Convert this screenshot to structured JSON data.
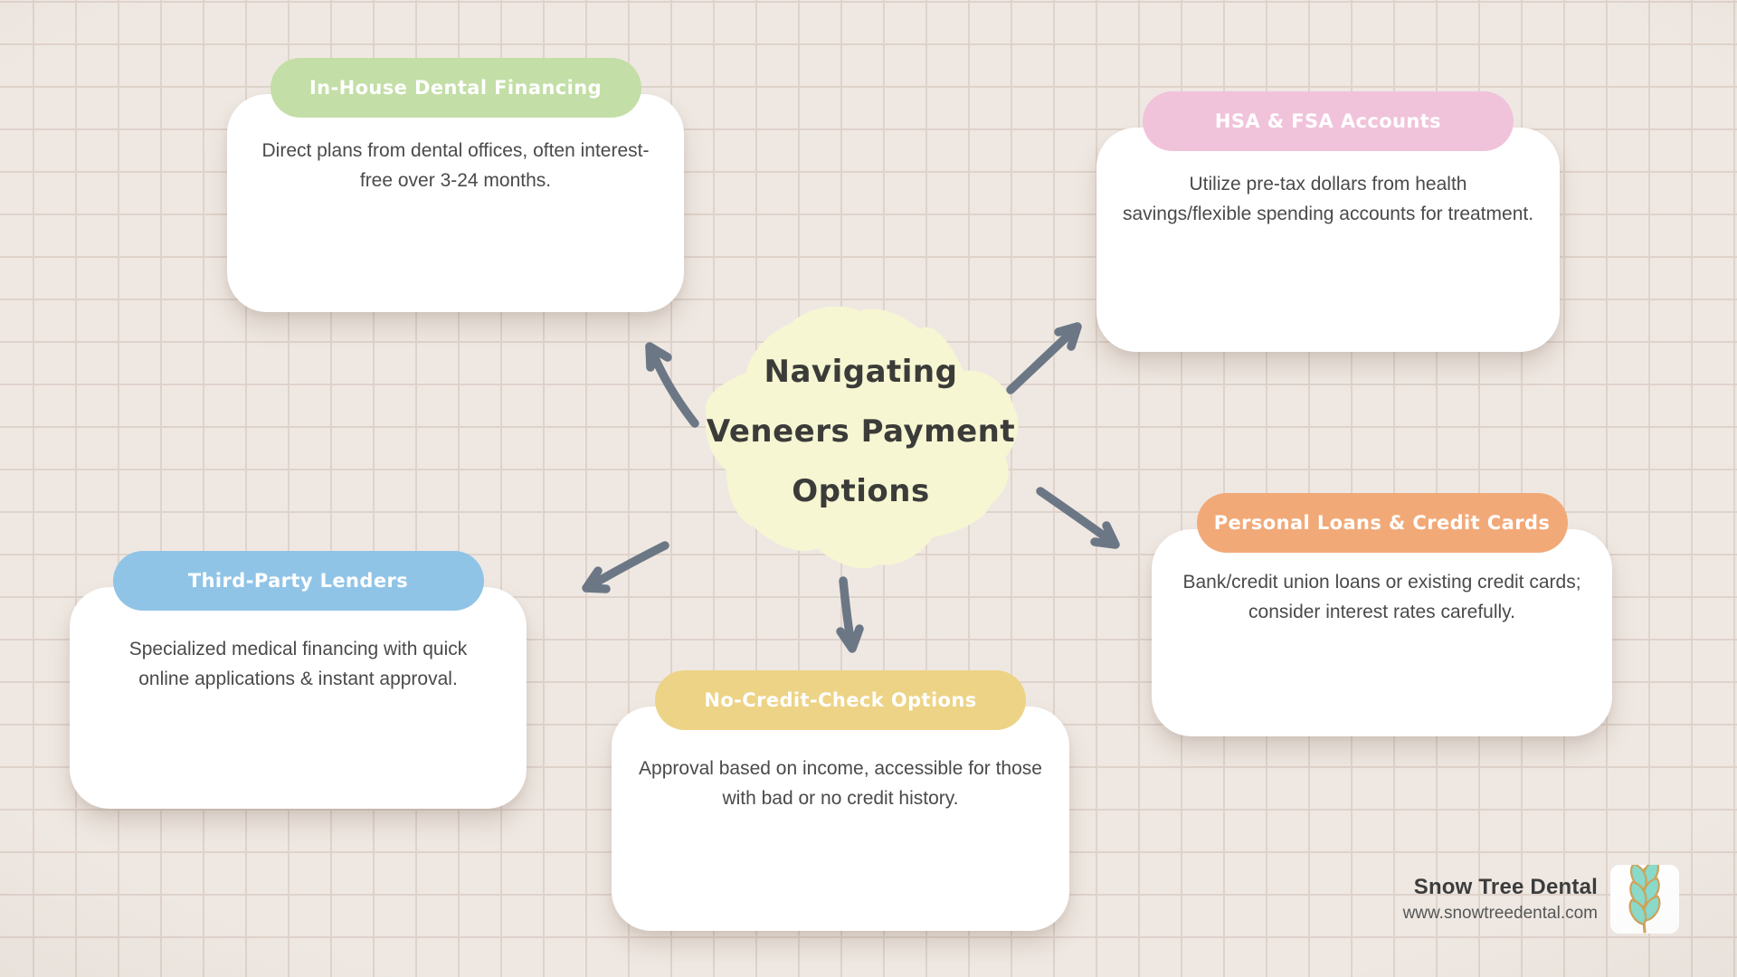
{
  "central_topic": {
    "full_title": "Navigating Veneers Payment Options",
    "lines": [
      "Navigating",
      "Veneers Payment",
      "Options"
    ]
  },
  "branches": [
    {
      "label": "In-House Dental Financing",
      "description": "Direct plans from dental offices, often interest-free over 3-24 months.",
      "pill_color": "#C3DEA6"
    },
    {
      "label": "HSA & FSA Accounts",
      "description": "Utilize pre-tax dollars from health savings/flexible spending accounts for treatment.",
      "pill_color": "#F0C3DA"
    },
    {
      "label": "Third-Party Lenders",
      "description": "Specialized medical financing with quick online applications & instant approval.",
      "pill_color": "#90C4E7"
    },
    {
      "label": "No-Credit-Check Options",
      "description": "Approval based on income, accessible for those with bad or no credit history.",
      "pill_color": "#EDD386"
    },
    {
      "label": "Personal Loans & Credit Cards",
      "description": "Bank/credit union loans or existing credit cards; consider interest rates carefully.",
      "pill_color": "#F2A978"
    }
  ],
  "footer": {
    "brand_name": "Snow Tree Dental",
    "website": "www.snowtreedental.com"
  },
  "colors": {
    "background": "#EFE8E2",
    "grid_line": "#DED3CB",
    "center_blob": "#F6F6D3",
    "heading_text": "#3B3B39",
    "body_text": "#4A4A4A",
    "pill_text": "#FFFFFF",
    "card_background": "#FFFFFF",
    "arrow": "#6C7786",
    "logo_leaf_fill": "#8ADBCC",
    "logo_leaf_outline": "#CFA45C"
  }
}
